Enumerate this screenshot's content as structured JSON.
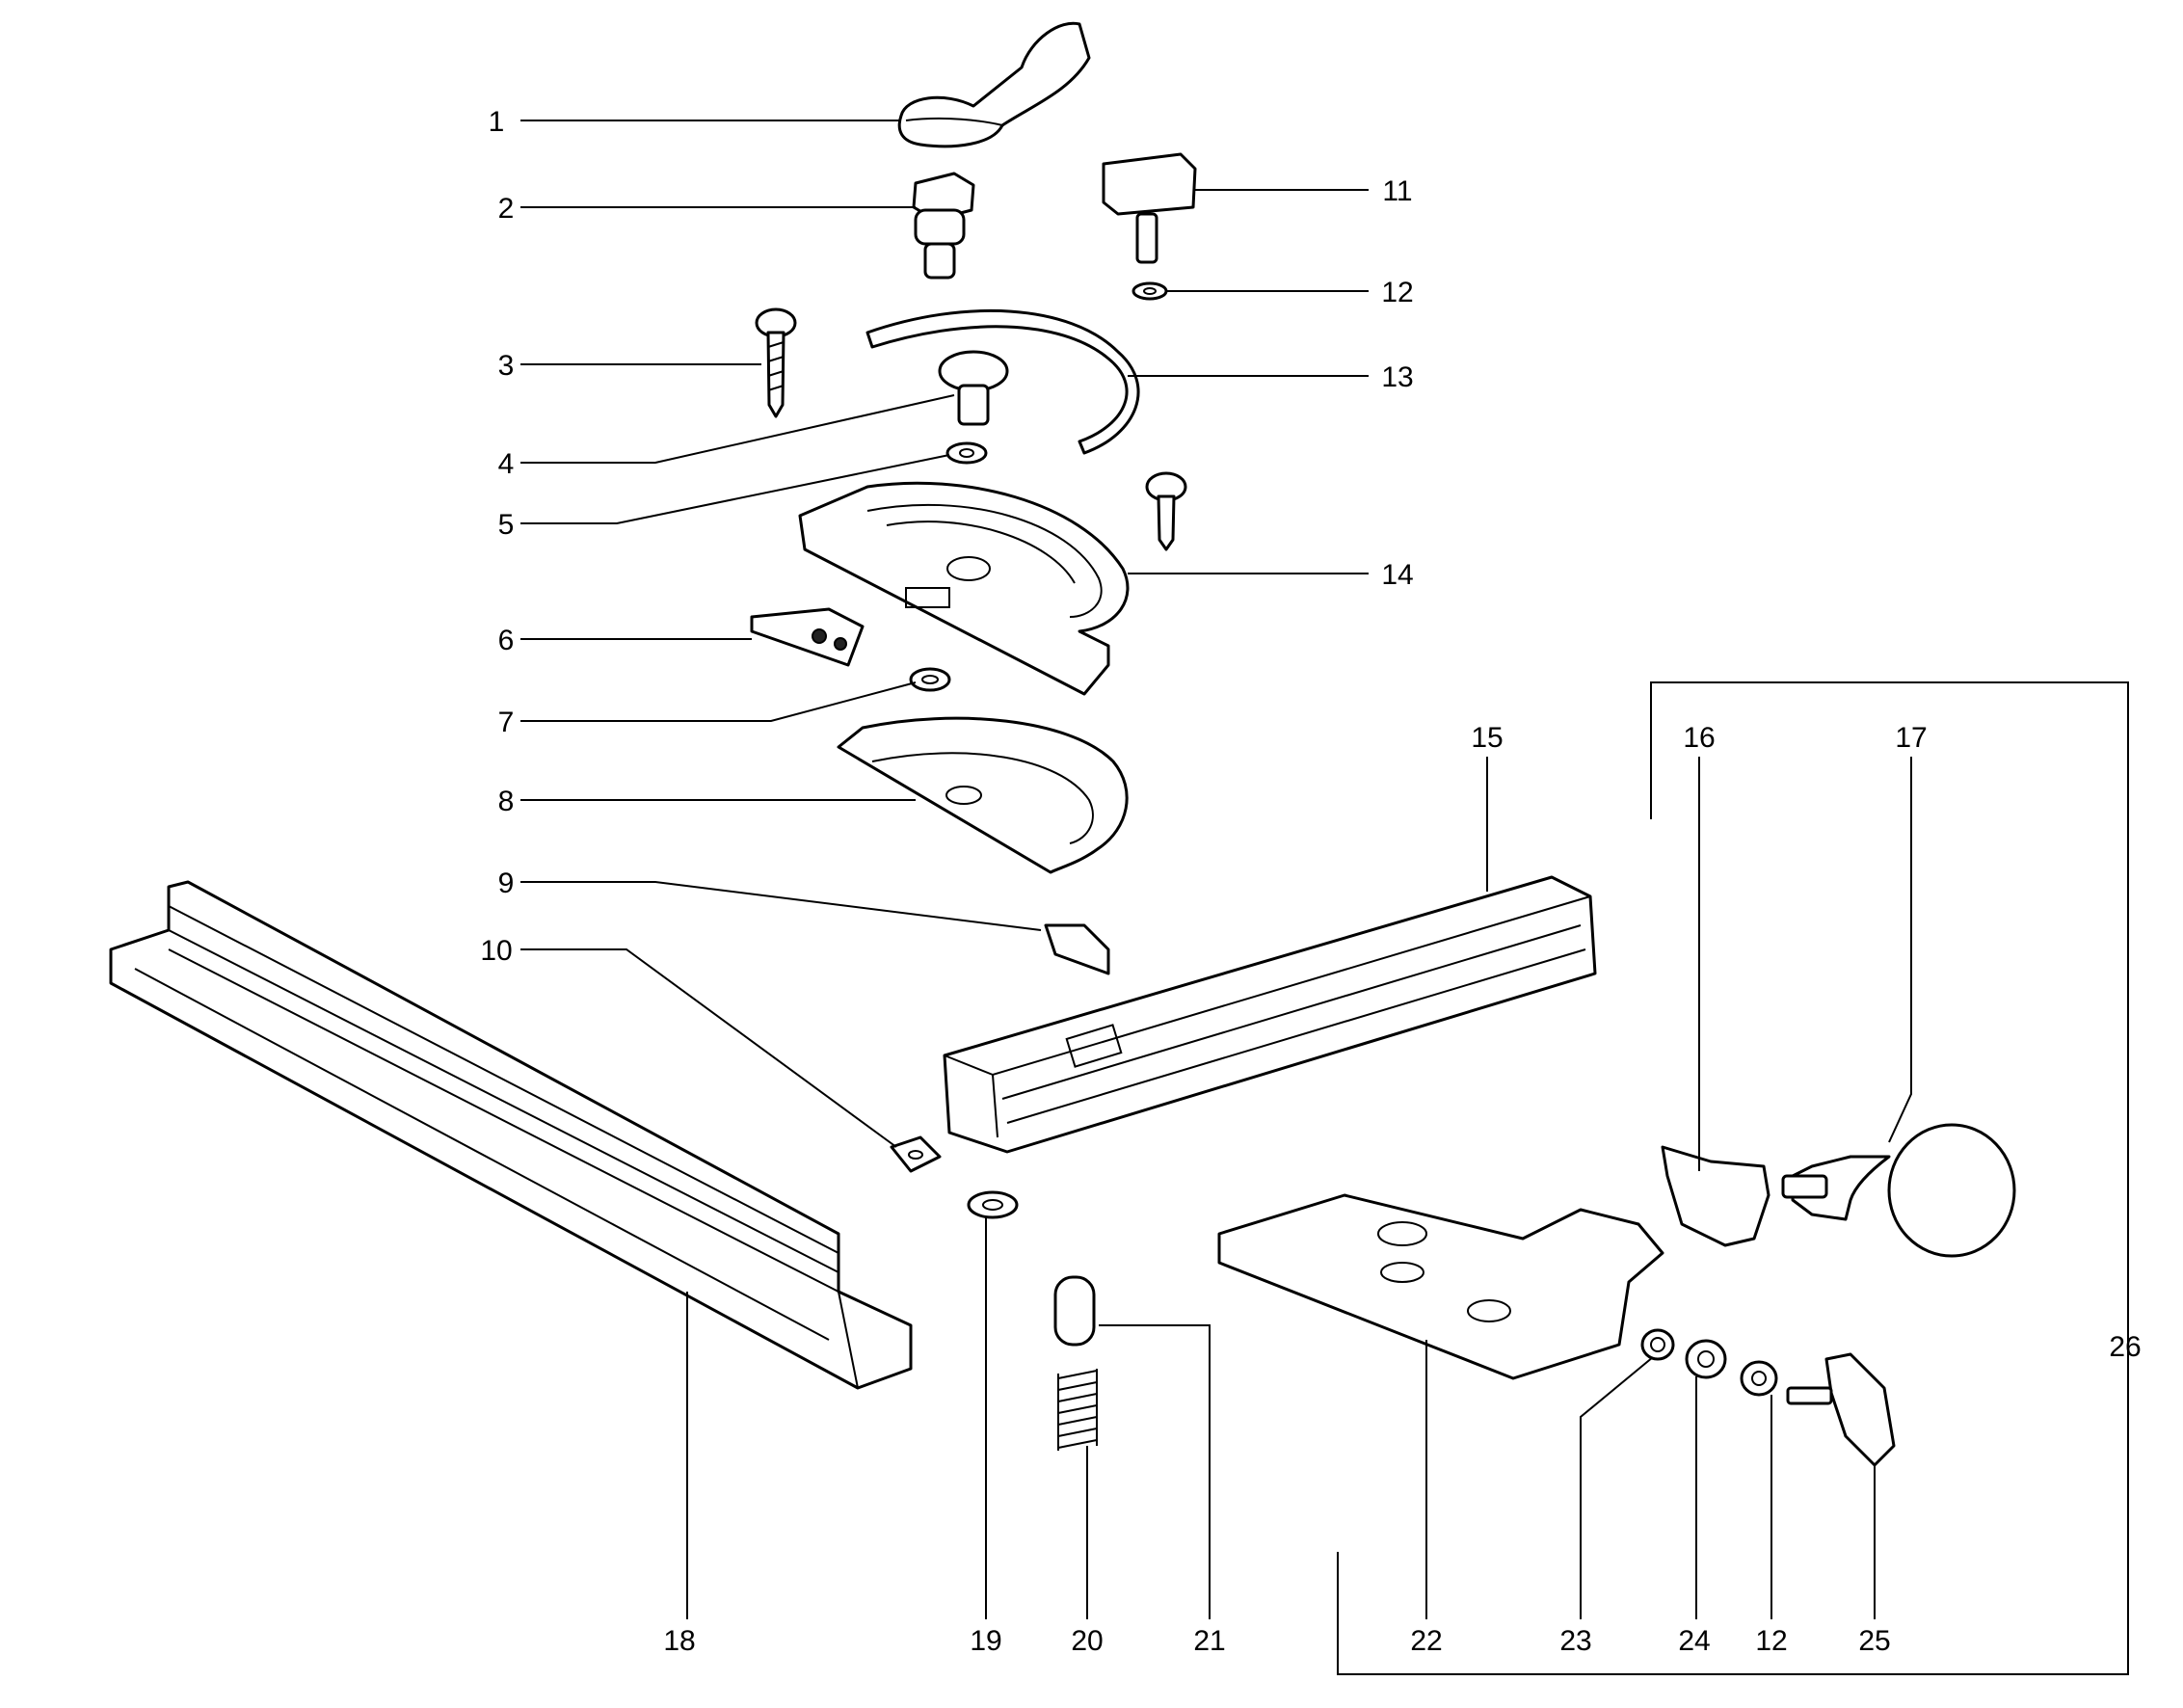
{
  "callouts": {
    "c1": "1",
    "c2": "2",
    "c3": "3",
    "c4": "4",
    "c5": "5",
    "c6": "6",
    "c7": "7",
    "c8": "8",
    "c9": "9",
    "c10": "10",
    "c11": "11",
    "c12a": "12",
    "c13": "13",
    "c14": "14",
    "c15": "15",
    "c16": "16",
    "c17": "17",
    "c18": "18",
    "c19": "19",
    "c20": "20",
    "c21": "21",
    "c22": "22",
    "c23": "23",
    "c24": "24",
    "c12b": "12",
    "c25": "25",
    "c26": "26"
  }
}
